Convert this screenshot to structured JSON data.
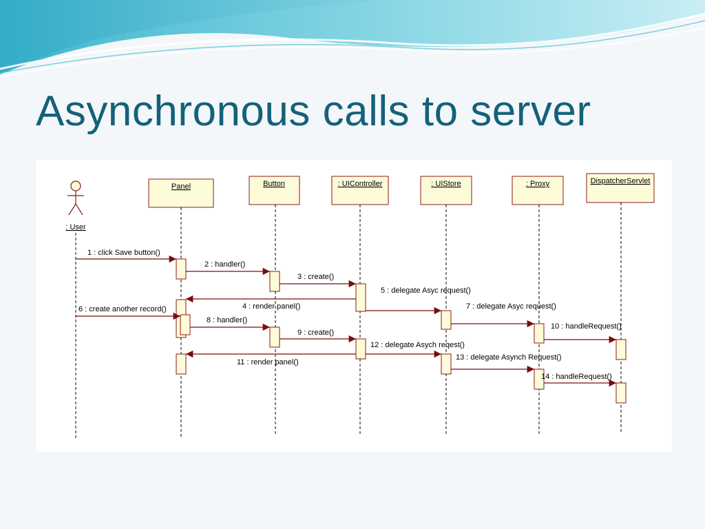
{
  "slide": {
    "title": "Asynchronous calls to server"
  },
  "colors": {
    "title": "#14617a",
    "lifeline_box_fill": "#fdfbd8",
    "lifeline_box_stroke": "#8b1a1a",
    "message_arrow": "#7a0c0c"
  },
  "diagram": {
    "type": "sequence",
    "actor": {
      "label": ": User"
    },
    "lifelines": [
      {
        "id": "panel",
        "label": "Panel"
      },
      {
        "id": "button",
        "label": "Button"
      },
      {
        "id": "uicontroller",
        "label": ": UIController"
      },
      {
        "id": "uistore",
        "label": ": UIStore"
      },
      {
        "id": "proxy",
        "label": ": Proxy"
      },
      {
        "id": "dispatcher",
        "label": "DispatcherServlet"
      }
    ],
    "messages": [
      {
        "label": "1 : click Save button()",
        "from": "user",
        "to": "panel"
      },
      {
        "label": "2 : handler()",
        "from": "panel",
        "to": "button"
      },
      {
        "label": "3 : create()",
        "from": "button",
        "to": "uicontroller"
      },
      {
        "label": "4 : render panel()",
        "from": "uicontroller",
        "to": "panel"
      },
      {
        "label": "5 : delegate Asyc request()",
        "from": "uicontroller",
        "to": "uistore"
      },
      {
        "label": "6 : create another record()",
        "from": "user",
        "to": "panel"
      },
      {
        "label": "7 : delegate Asyc request()",
        "from": "uistore",
        "to": "proxy"
      },
      {
        "label": "8 : handler()",
        "from": "panel",
        "to": "button"
      },
      {
        "label": "9 : create()",
        "from": "button",
        "to": "uicontroller"
      },
      {
        "label": "10 : handleRequest()",
        "from": "proxy",
        "to": "dispatcher"
      },
      {
        "label": "11 : render panel()",
        "from": "uicontroller",
        "to": "panel"
      },
      {
        "label": "12 : delegate Asych reqest()",
        "from": "uicontroller",
        "to": "uistore"
      },
      {
        "label": "13 : delegate Asynch Request()",
        "from": "uistore",
        "to": "proxy"
      },
      {
        "label": "14 : handleRequest()",
        "from": "proxy",
        "to": "dispatcher"
      }
    ]
  }
}
